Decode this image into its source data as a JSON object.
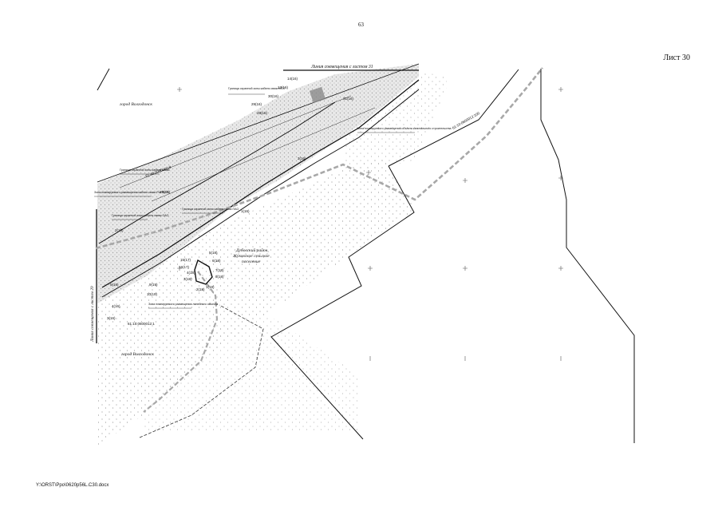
{
  "page": {
    "page_number": "63",
    "sheet_label": "Лист 30",
    "file_path": "Y:\\ORST\\Ppo\\0620p56L.C30.docx"
  },
  "map": {
    "match_line_top": "Линия совмещения с листом 31",
    "match_line_left": "Линия совмещения с листом 29",
    "city_label_top": "город Волгодонск",
    "city_label_bottom": "город Волгодонск",
    "district_label": "Дубовский район,\nЖуковское сельское\nпоселение",
    "cadastral_labels": [
      "61:48:0000000:8",
      "61:10:0600012:100",
      "61:10:0600012:1"
    ],
    "point_labels": [
      "14(16)",
      "13(16)",
      "31(16)",
      "30(16)",
      "29(16)",
      "28(16)",
      "29(16)",
      "3(16)",
      "1(16)",
      "2(16)",
      "15(17)",
      "16(17)",
      "5(18)",
      "6(18)",
      "7(18)",
      "8(18)",
      "4(18)",
      "3(18)",
      "2(18)",
      "1(18)",
      "9(19)",
      "10(19)",
      "5(16)",
      "4(16)",
      "3(16)"
    ],
    "notes": [
      "Граница охранной зоны кабеля связи МТС",
      "Граница охранной зоны кабеля связи",
      "Зона планируемого размещения кабеля связи РосТК ТС",
      "Граница охранной зоны кабеля связи ОАО",
      "Граница охранной зоны кабеля связи ПАО",
      "Зона планируемого размещения объекта капитального строительства",
      "Зона планируемого размещения линейного объекта"
    ]
  }
}
